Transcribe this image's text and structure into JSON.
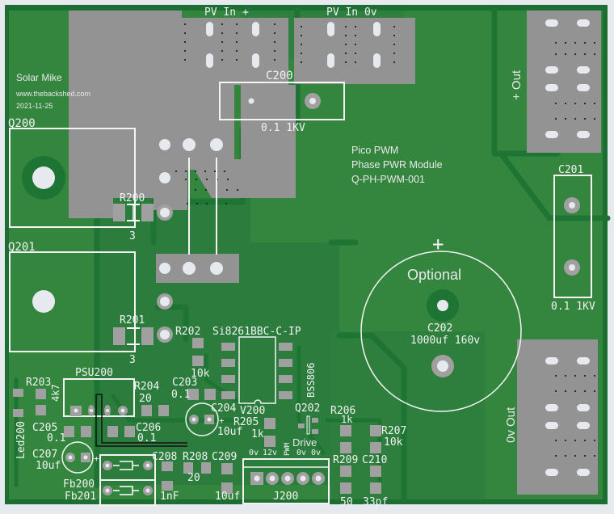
{
  "board": {
    "author": "Solar Mike",
    "website": "www.thebackshed.com",
    "date": "2021-11-25",
    "title_lines": [
      "Pico PWM",
      "Phase PWR Module",
      "Q-PH-PWM-001"
    ],
    "colors": {
      "background": "#e6e9ee",
      "board_edge": "#1d6e33",
      "soldermask": "#34863f",
      "trace": "#1e7433",
      "copper_pour": "#939393",
      "silkscreen": "#f2f2f2"
    }
  },
  "connectors": {
    "pv_in_plus": "PV In +",
    "pv_in_0v": "PV In 0v",
    "plus_out": "+ Out",
    "zero_out": "0v Out"
  },
  "components": {
    "c200": {
      "ref": "C200",
      "value": "0.1 1KV"
    },
    "c201": {
      "ref": "C201",
      "value": "0.1 1KV"
    },
    "c202": {
      "ref": "C202",
      "value": "1000uf 160v",
      "note": "Optional",
      "polarity": "+"
    },
    "q200": {
      "ref": "Q200"
    },
    "q201": {
      "ref": "Q201"
    },
    "r200": {
      "ref": "R200",
      "value": "3"
    },
    "r201": {
      "ref": "R201",
      "value": "3"
    },
    "r202": {
      "ref": "R202",
      "value": "10k"
    },
    "v200": {
      "ref": "V200",
      "part": "Si8261BBC-C-IP"
    },
    "q202": {
      "ref": "Q202",
      "part": "BSS806"
    },
    "c203": {
      "ref": "C203",
      "value": "0.1"
    },
    "c204": {
      "ref": "C204",
      "value": "10uf",
      "polarity": "+"
    },
    "r205": {
      "ref": "R205",
      "value": "1k"
    },
    "r206": {
      "ref": "R206",
      "value": "1k"
    },
    "r207": {
      "ref": "R207",
      "value": "10k"
    },
    "r209": {
      "ref": "R209",
      "value": "50"
    },
    "c210": {
      "ref": "C210",
      "value": "33pf"
    },
    "r203": {
      "ref": "R203",
      "value": "4k7"
    },
    "led200": {
      "ref": "Led200"
    },
    "psu200": {
      "ref": "PSU200"
    },
    "r204": {
      "ref": "R204",
      "value": "20"
    },
    "c205": {
      "ref": "C205",
      "value": "0.1"
    },
    "c206": {
      "ref": "C206",
      "value": "0.1"
    },
    "c207": {
      "ref": "C207",
      "value": "10uf",
      "polarity": "+"
    },
    "fb200": {
      "ref": "Fb200"
    },
    "fb201": {
      "ref": "Fb201"
    },
    "c208": {
      "ref": "C208",
      "value": "1nF"
    },
    "r208": {
      "ref": "R208",
      "value": "20"
    },
    "c209": {
      "ref": "C209",
      "value": "10uf"
    },
    "j200": {
      "ref": "J200",
      "pins": [
        "0v",
        "12v",
        "PWM",
        "0v",
        "0v"
      ],
      "group_label": "Drive"
    }
  }
}
